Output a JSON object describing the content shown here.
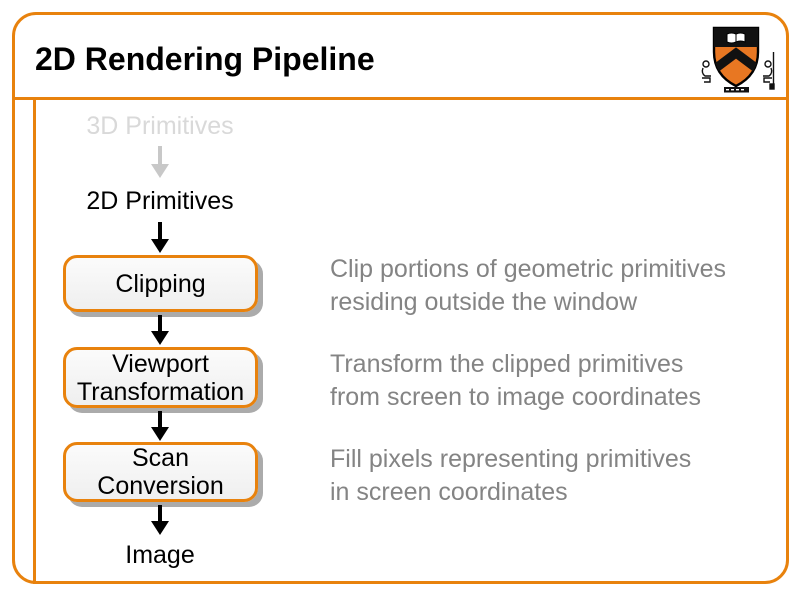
{
  "slide": {
    "title": "2D Rendering Pipeline",
    "logo_name": "princeton-shield"
  },
  "colors": {
    "accent_orange": "#E8820D",
    "ghost_gray": "#D9D9D9",
    "ghost_arrow_gray": "#C8C8C8",
    "description_gray": "#848484",
    "box_fill": "#F5F5F5",
    "box_shadow": "#ABABAB",
    "text_black": "#000000",
    "logo_orange": "#E87722"
  },
  "pipeline": {
    "nodes": [
      {
        "id": "3d-primitives",
        "label": "3D Primitives",
        "type": "label",
        "state": "inactive"
      },
      {
        "id": "2d-primitives",
        "label": "2D Primitives",
        "type": "label",
        "state": "active"
      },
      {
        "id": "clipping",
        "label": "Clipping",
        "type": "box"
      },
      {
        "id": "viewport-transformation",
        "line1": "Viewport",
        "line2": "Transformation",
        "type": "box"
      },
      {
        "id": "scan-conversion",
        "line1": "Scan",
        "line2": "Conversion",
        "type": "box"
      },
      {
        "id": "image",
        "label": "Image",
        "type": "label"
      }
    ],
    "descriptions": [
      {
        "for": "clipping",
        "line1": "Clip portions of geometric primitives",
        "line2": "residing outside the window"
      },
      {
        "for": "viewport-transformation",
        "line1": "Transform the clipped primitives",
        "line2": "from screen to image coordinates"
      },
      {
        "for": "scan-conversion",
        "line1": "Fill pixels representing primitives",
        "line2": "in screen coordinates"
      }
    ]
  }
}
